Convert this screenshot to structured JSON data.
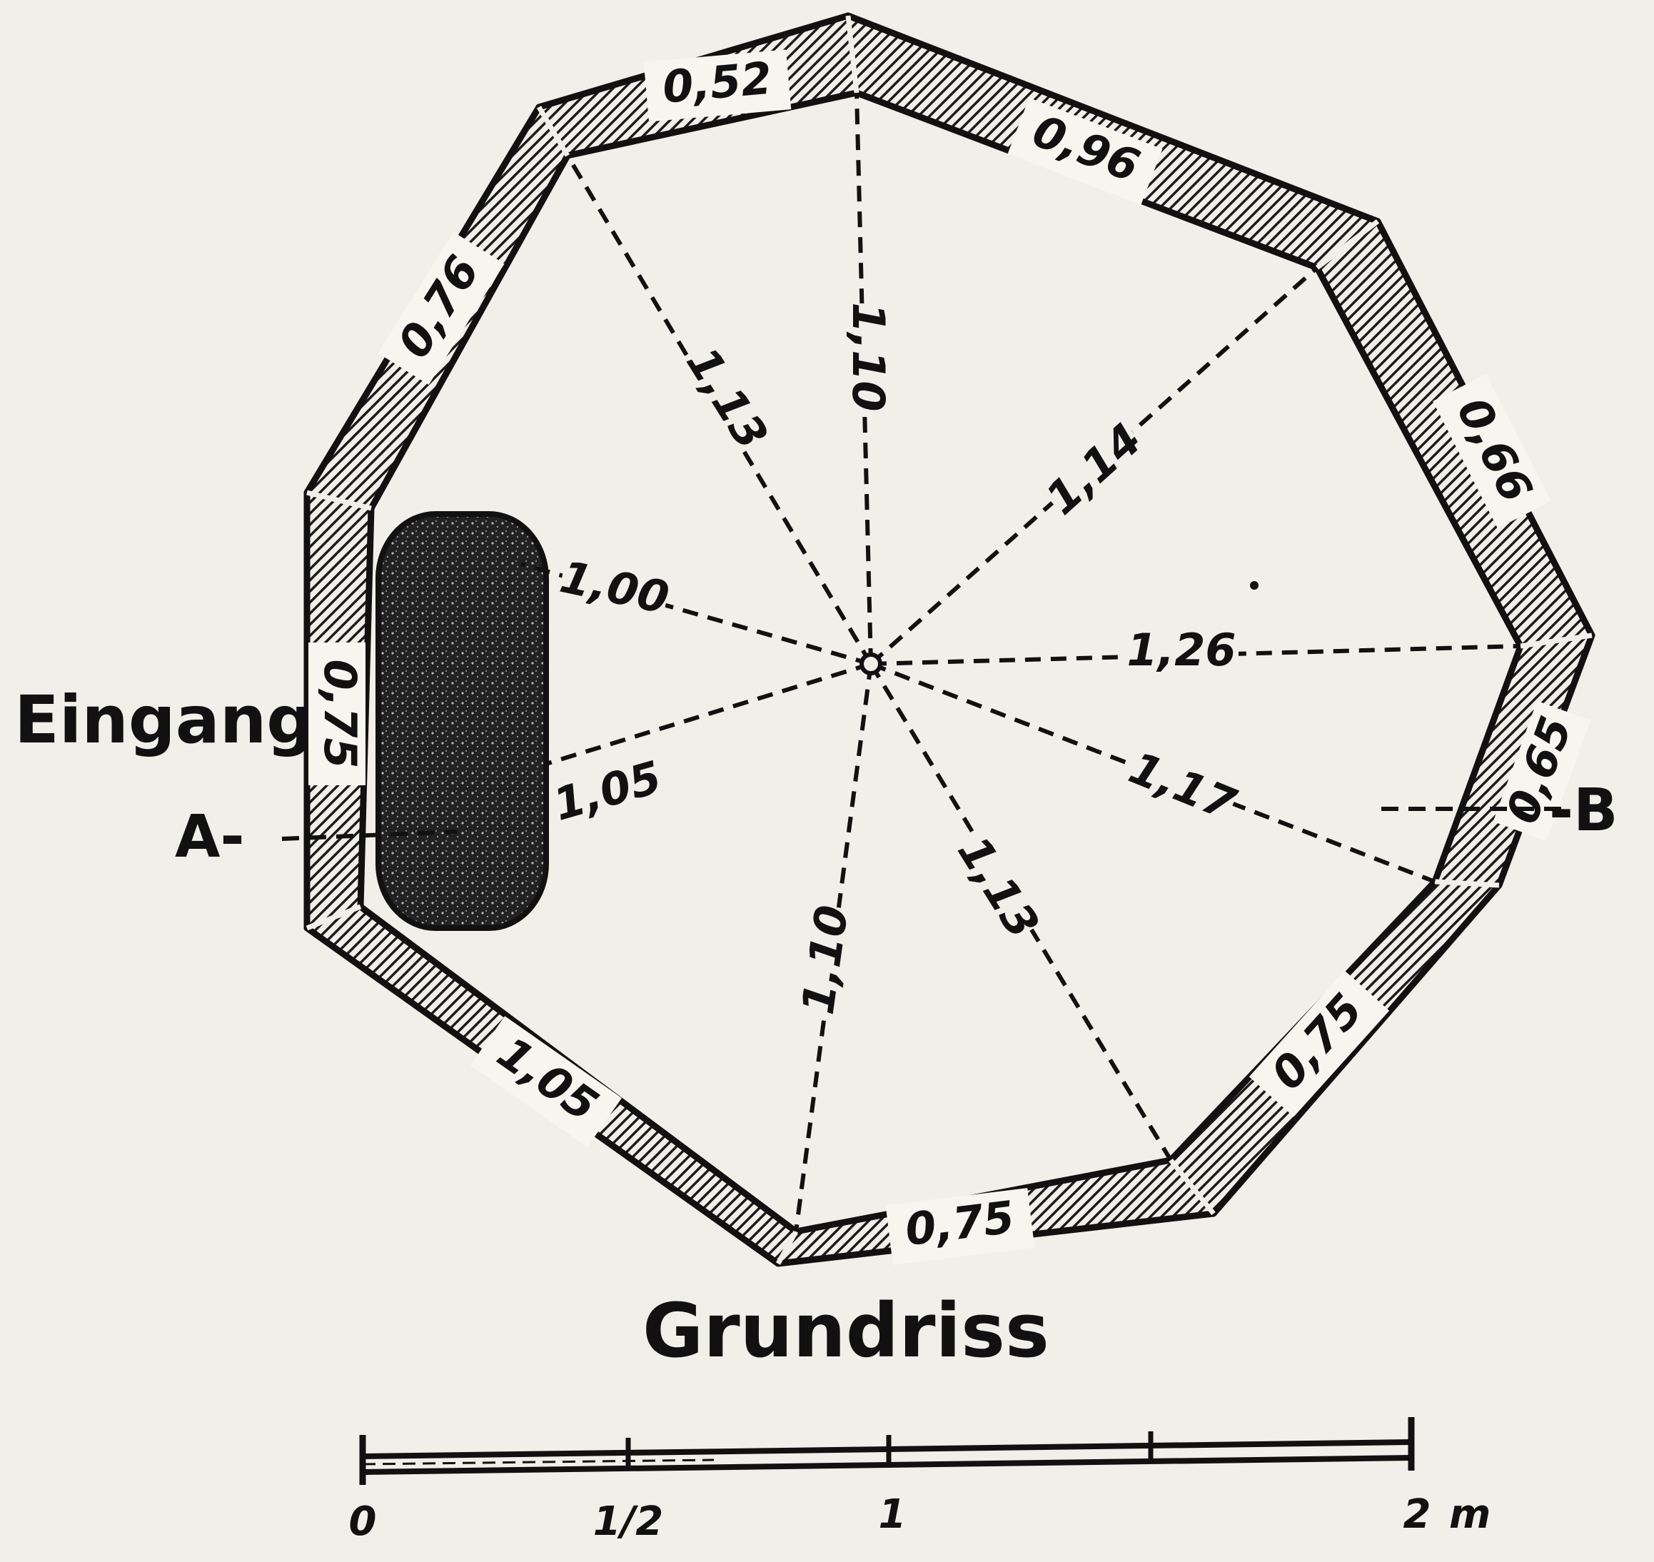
{
  "title": "Grundriss",
  "entrance_label": "Eingang",
  "section_markers": {
    "a": "A-",
    "b": "-B"
  },
  "wall_thicknesses": [
    "0,52",
    "0,96",
    "0,66",
    "0,65",
    "0,75",
    "0,75",
    "1,05",
    "0,75",
    "0,76"
  ],
  "radial_distances": [
    "1,10",
    "1,14",
    "1,26",
    "1,17",
    "1,13",
    "1,10",
    "1,05",
    "1,00",
    "1,13"
  ],
  "scale_bar": {
    "labels": [
      "0",
      "1/2",
      "1",
      "2"
    ],
    "unit": "m"
  },
  "colors": {
    "ink": "#111111",
    "paper": "#f1efe9",
    "hatch": "#1a1a1a"
  }
}
